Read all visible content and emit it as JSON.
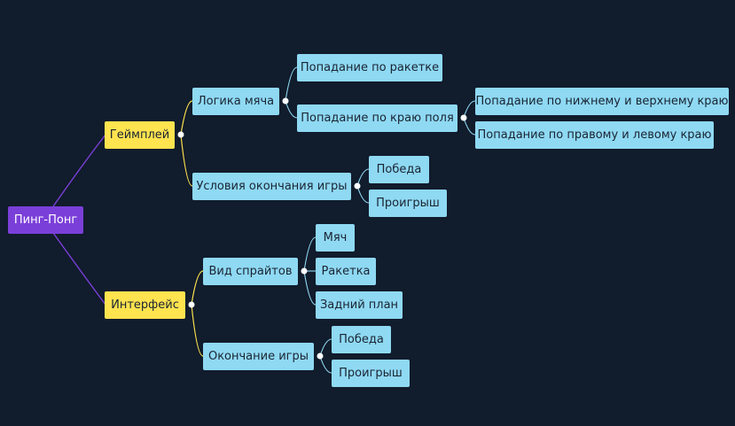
{
  "mindmap": {
    "root": "Пинг-Понг",
    "gameplay": {
      "label": "Геймплей",
      "ball_logic": {
        "label": "Логика мяча",
        "paddle_hit": "Попадание по ракетке",
        "edge_hit": {
          "label": "Попадание по краю поля",
          "top_bottom": "Попадание по нижнему и верхнему краю",
          "left_right": "Попадание по правому и левому краю"
        }
      },
      "end_conditions": {
        "label": "Условия окончания игры",
        "win": "Победа",
        "lose": "Проигрыш"
      }
    },
    "interface": {
      "label": "Интерфейс",
      "sprites": {
        "label": "Вид спрайтов",
        "ball": "Мяч",
        "paddle": "Ракетка",
        "background": "Задний план"
      },
      "game_over": {
        "label": "Окончание игры",
        "win": "Победа",
        "lose": "Проигрыш"
      }
    }
  },
  "colors": {
    "background": "#111c2c",
    "root": "#7b3fd9",
    "level1": "#ffe34f",
    "leaf": "#8fd9f3",
    "edge_root": "#7b3fd9",
    "edge_level1": "#ffe34f",
    "edge_level2": "#8fd9f3"
  }
}
